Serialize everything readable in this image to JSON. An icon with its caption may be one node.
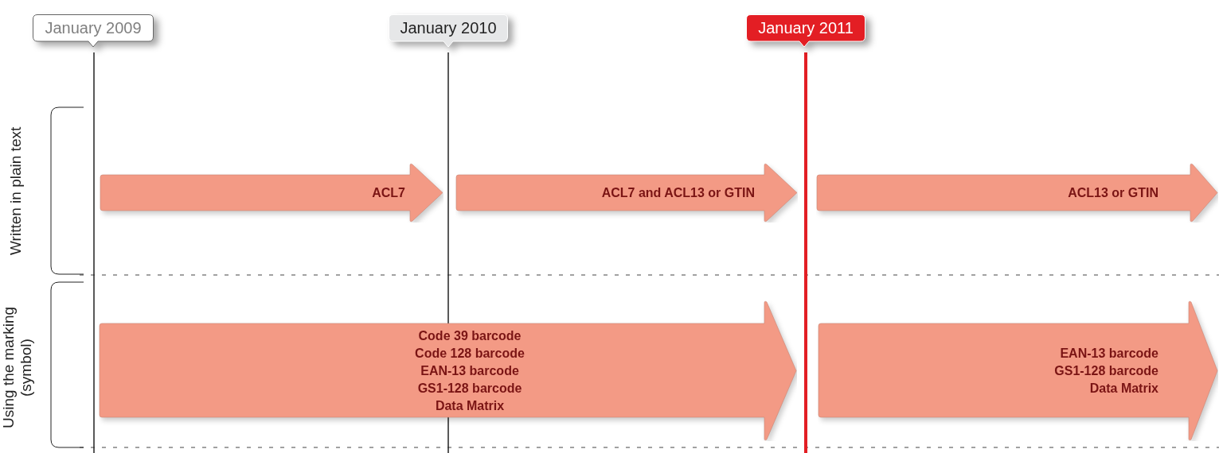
{
  "diagram": {
    "nodes": [
      {
        "text": [
          "January 2009"
        ]
      },
      {
        "text": [
          "January 2010"
        ]
      },
      {
        "text": [
          "January 2011"
        ]
      },
      {
        "text": [
          "ACL7"
        ]
      },
      {
        "text": [
          "ACL7 and ACL13 or GTIN"
        ]
      },
      {
        "text": [
          "ACL13 or GTIN"
        ]
      },
      {
        "text": [
          "Code 39 barcode",
          "Code 128 barcode",
          "EAN-13 barcode",
          "GS1-128 barcode",
          "Data Matrix"
        ]
      },
      {
        "text": [
          "EAN-13 barcode",
          "GS1-128 barcode",
          "Data Matrix"
        ]
      }
    ],
    "labels": [
      "Written in plain text",
      "Using the marking (symbol)"
    ]
  }
}
